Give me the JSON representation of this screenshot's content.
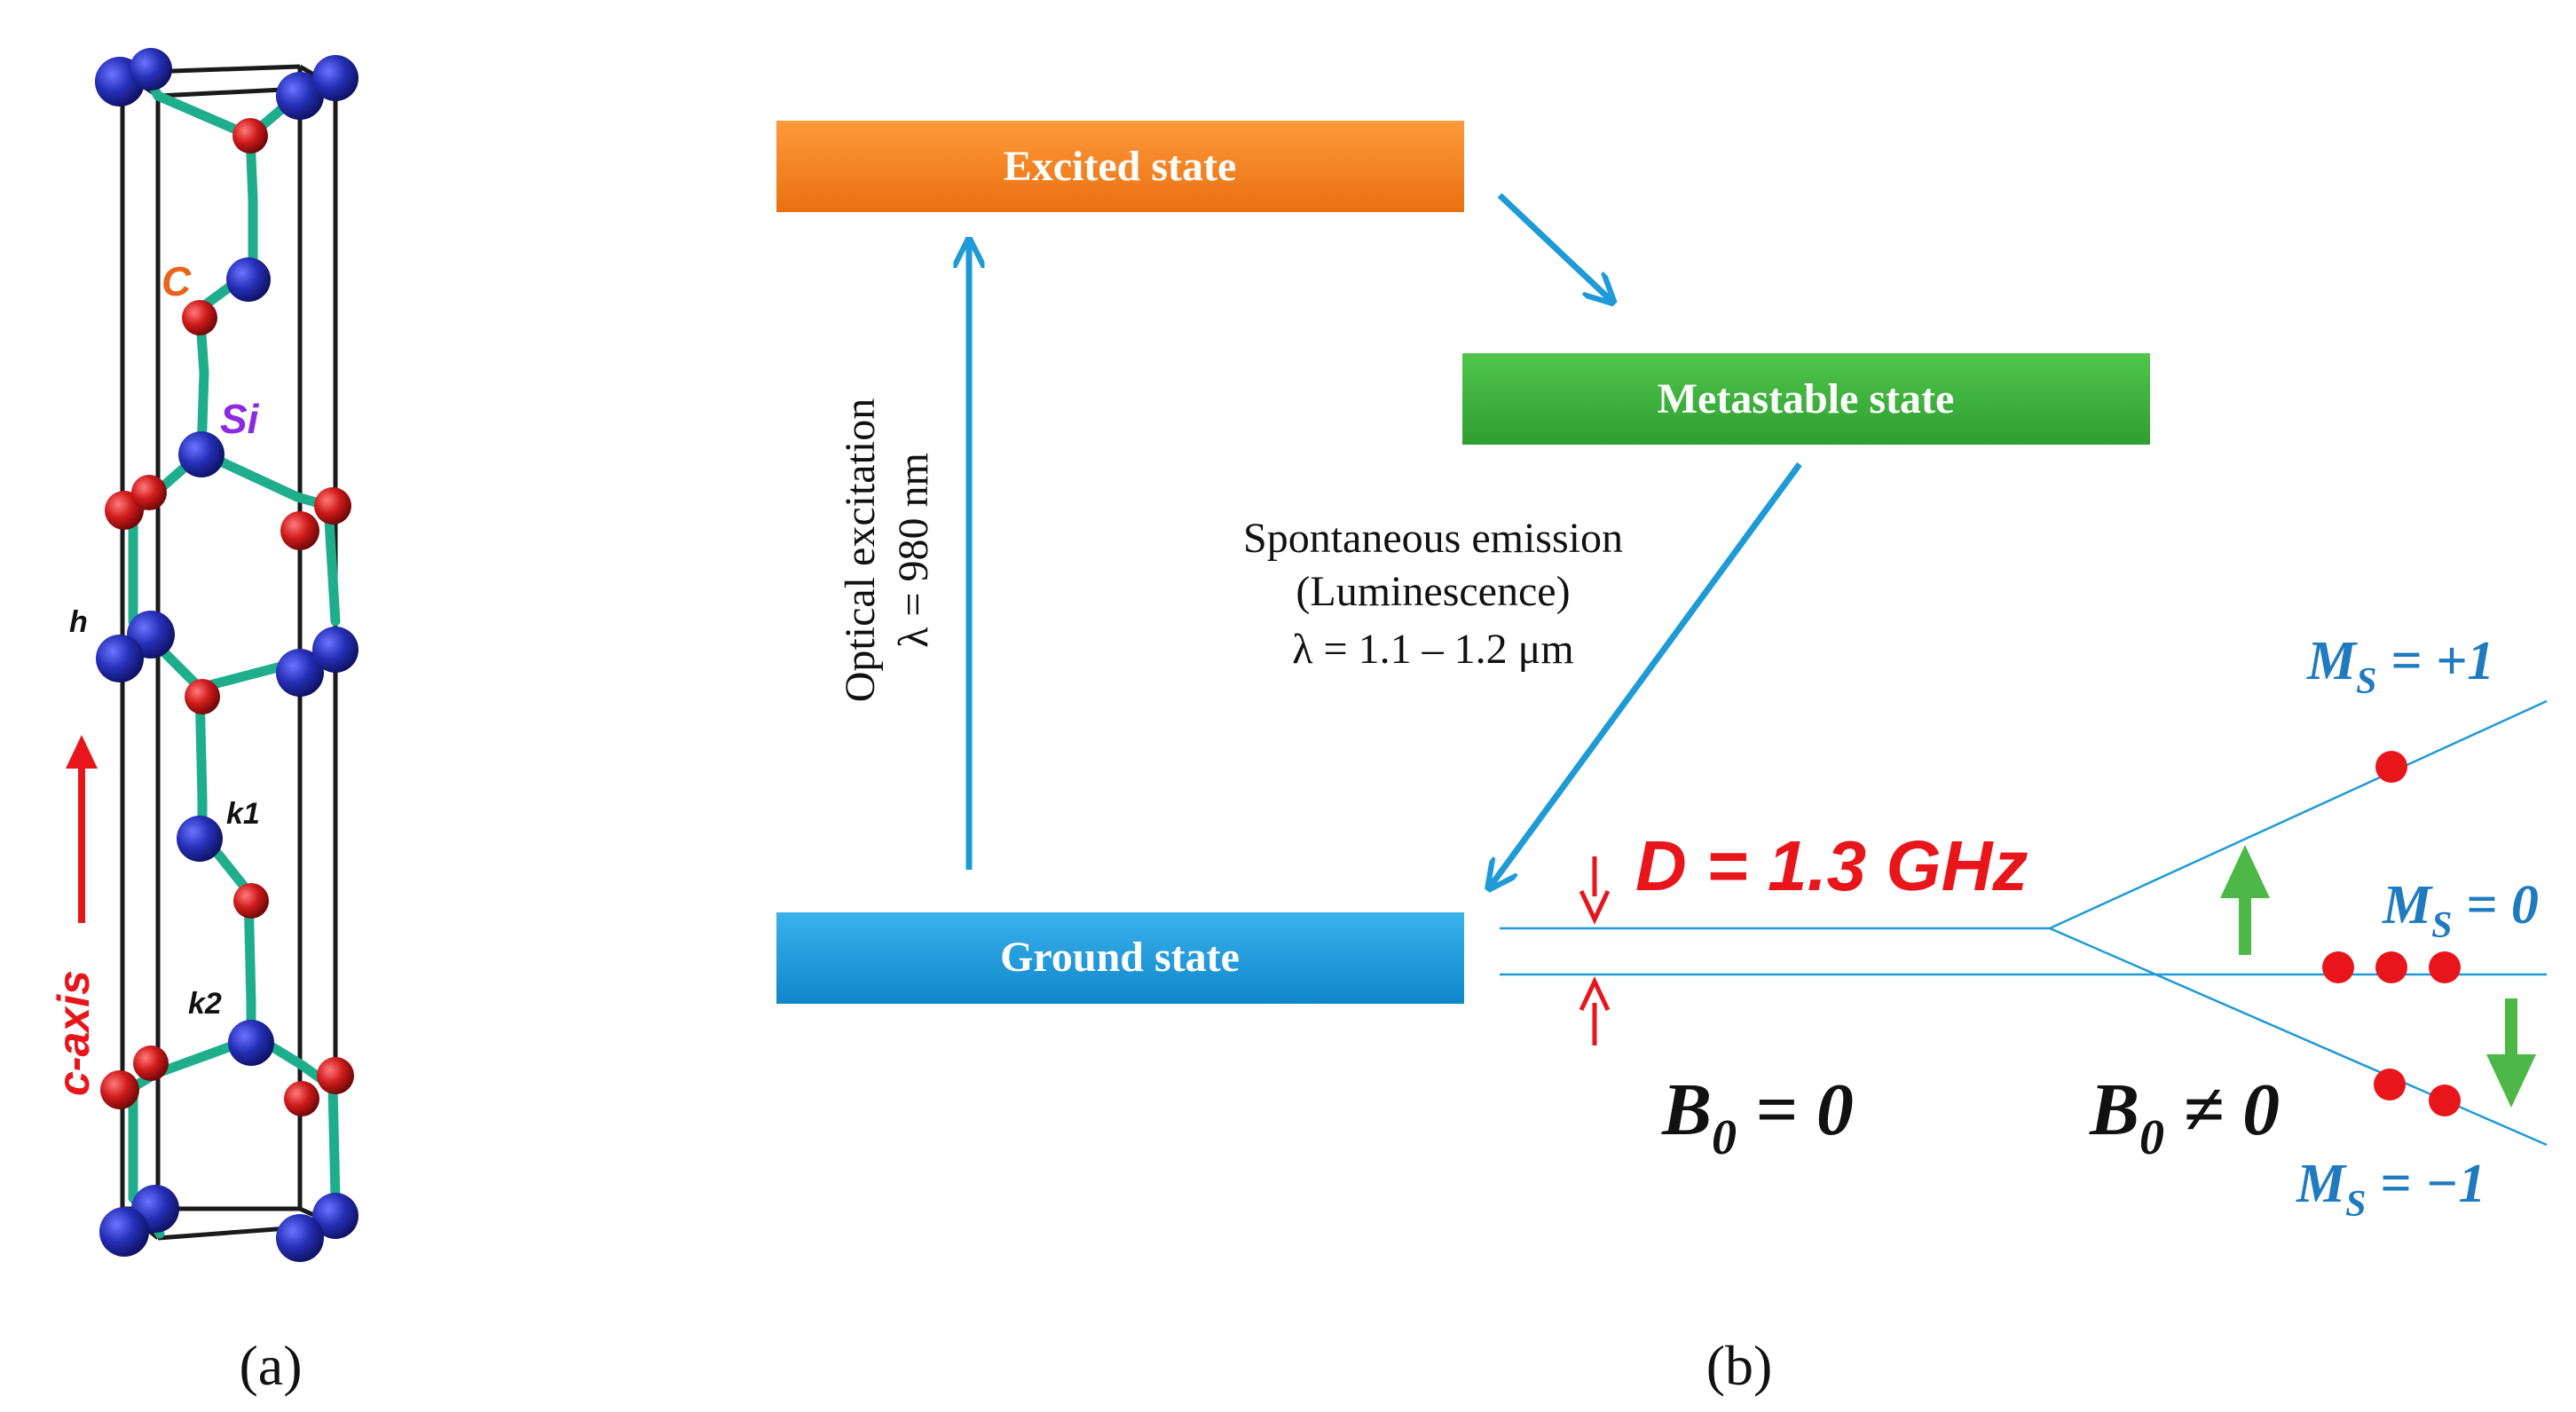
{
  "panel_a": {
    "caption": "(a)",
    "labels": {
      "carbon": "C",
      "silicon": "Si",
      "site_h": "h",
      "site_k1": "k1",
      "site_k2": "k2",
      "axis": "c-axis"
    }
  },
  "panel_b": {
    "caption": "(b)",
    "states": {
      "excited": "Excited state",
      "metastable": "Metastable state",
      "ground": "Ground state"
    },
    "excitation": {
      "line1": "Optical excitation",
      "line2": "λ = 980 nm"
    },
    "emission": {
      "line1": "Spontaneous emission",
      "line2": "(Luminescence)",
      "line3": "λ = 1.1 – 1.2 μm"
    },
    "zfs": "D = 1.3 GHz",
    "field_zero": {
      "base": "B",
      "sub": "0",
      "rest": " = 0"
    },
    "field_nonzero": {
      "base": "B",
      "sub": "0",
      "rest": " ≠ 0"
    },
    "ms_plus": {
      "base": "M",
      "sub": "S",
      "rest": " = +1"
    },
    "ms_zero": {
      "base": "M",
      "sub": "S",
      "rest": " = 0"
    },
    "ms_minus": {
      "base": "M",
      "sub": "S",
      "rest": " = −1"
    }
  },
  "colors": {
    "excited": "#f07c1e",
    "metastable": "#3cae3c",
    "ground": "#1a97d8",
    "arrow": "#1e9ad6",
    "red": "#e8151b",
    "green": "#4db848",
    "ms_text": "#1f7ac0",
    "si_atom": "#2630b8",
    "c_atom": "#cf1b1b",
    "bond": "#1fae8c"
  }
}
